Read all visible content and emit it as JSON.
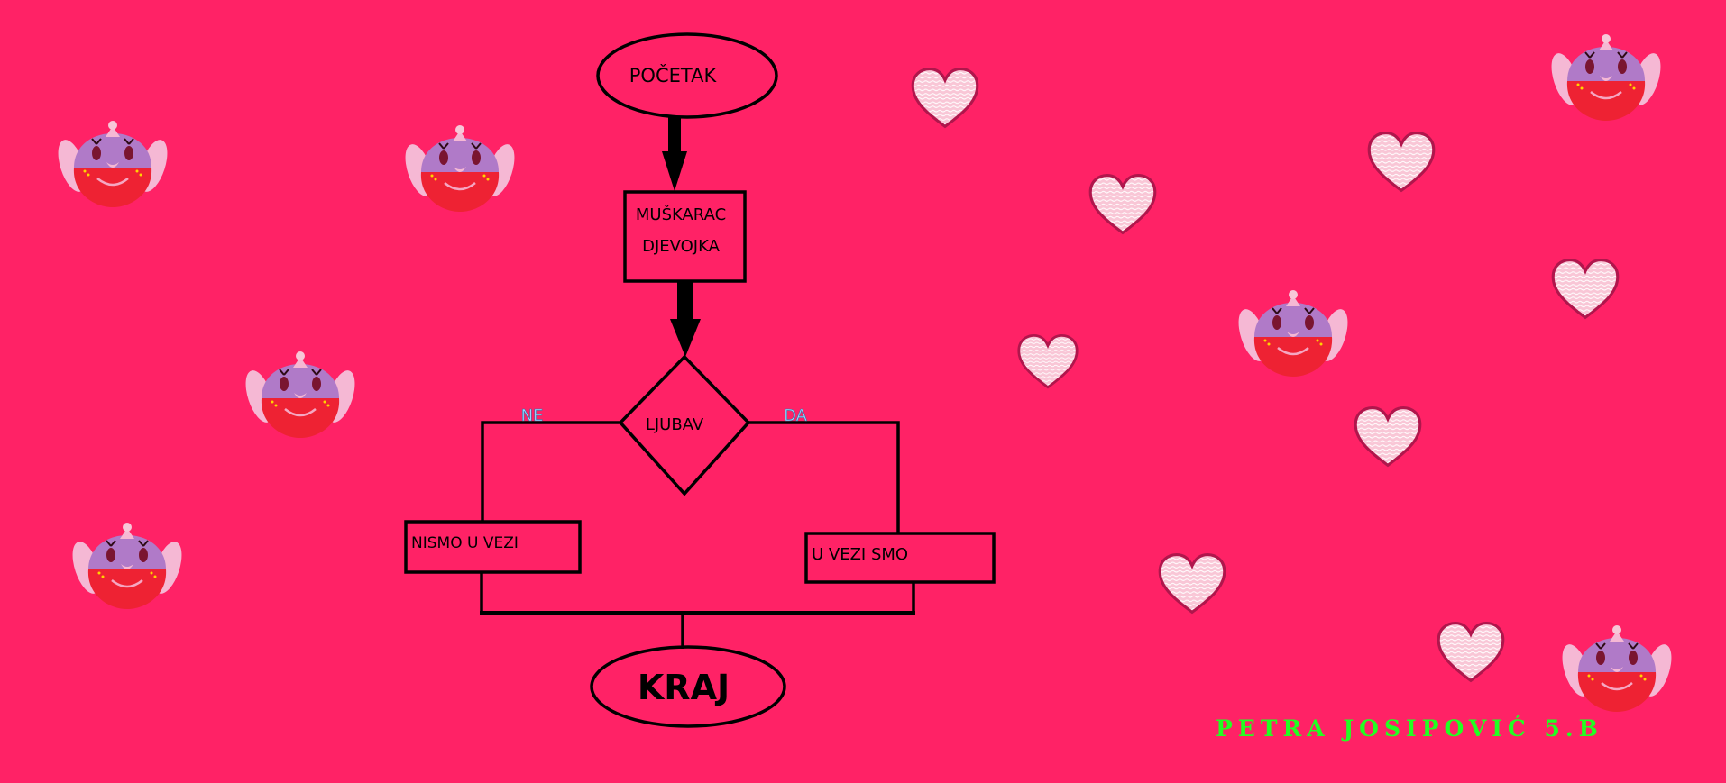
{
  "diagram": {
    "nodes": {
      "start": "POČETAK",
      "people_line1": "MUŠKARAC",
      "people_line2": "DJEVOJKA",
      "decision": "LJUBAV",
      "no_box": "NISMO U VEZI",
      "yes_box": "U VEZI SMO",
      "end": "KRAJ"
    },
    "branches": {
      "no": "NE",
      "yes": "DA"
    }
  },
  "author": "PETRA JOSIPOVIĆ 5.B",
  "colors": {
    "background": "#ff2266",
    "author_text": "#22ff22",
    "branch_label": "#9ad8ff",
    "heart_fill": "#f9c6d6",
    "heart_outline": "#b0164c",
    "creature_face": "#ee2233",
    "creature_hood": "#b07ac8",
    "creature_ears": "#f5b8d4"
  },
  "icons": {
    "heart": "heart-icon",
    "creature": "strawberry-creature-icon"
  }
}
